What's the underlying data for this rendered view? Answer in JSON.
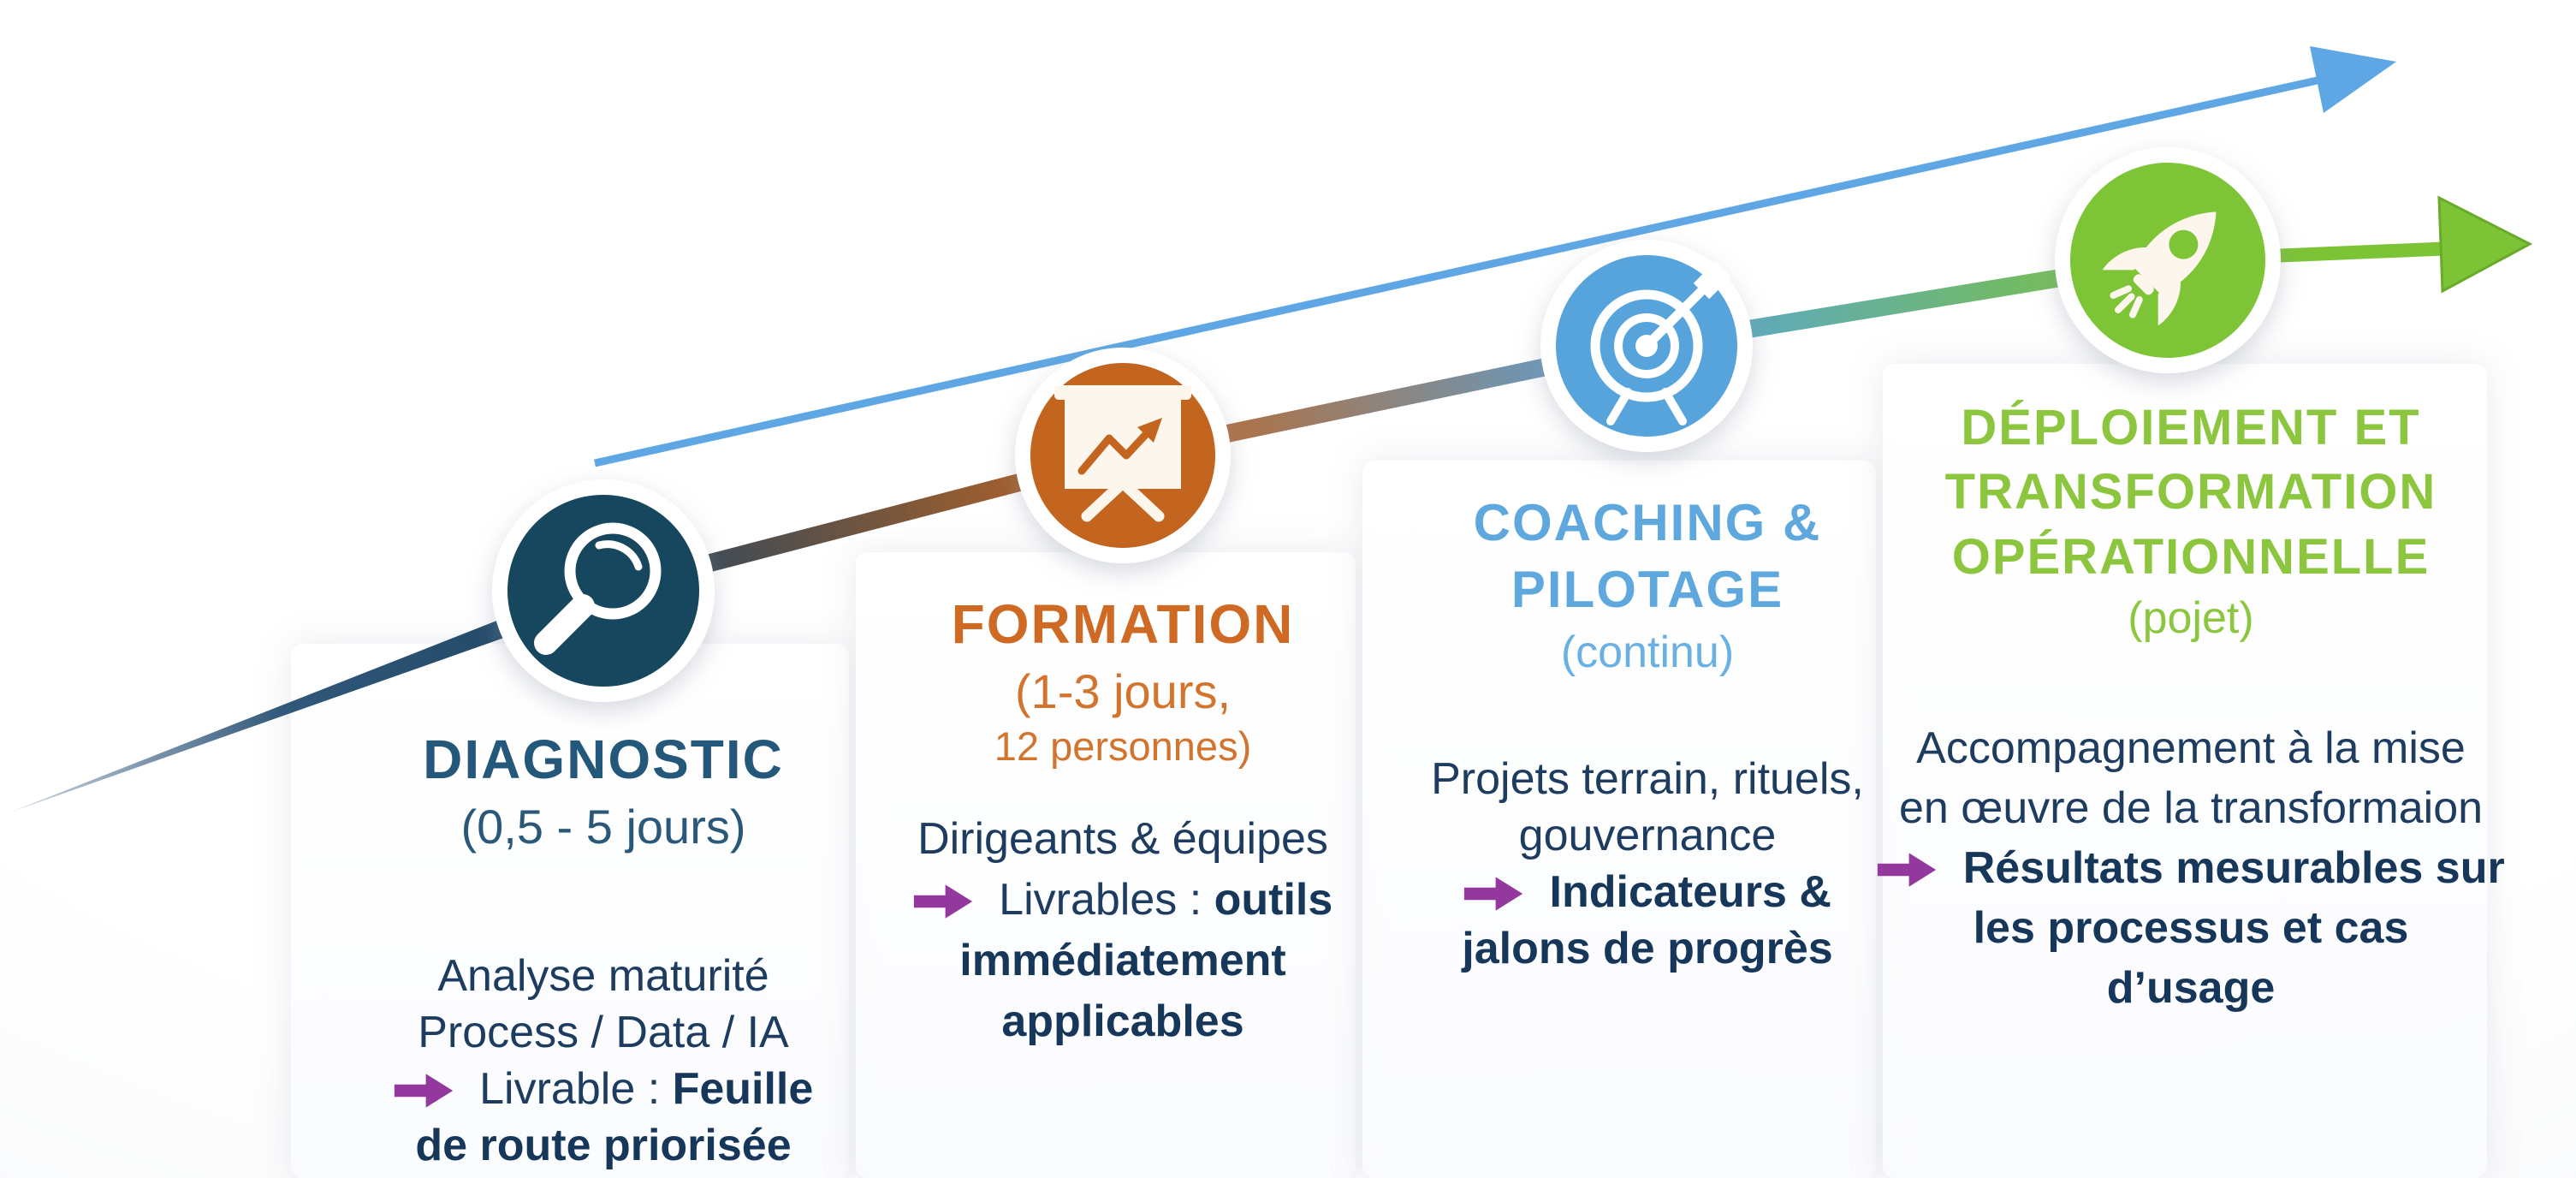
{
  "palette": {
    "tail_light": "#c7d1de",
    "navy_mid": "#31587a",
    "navy_line": "#1d4461",
    "icon_navy": "#17465f",
    "orange": "#c4651f",
    "blue": "#57a3db",
    "green": "#7dc437",
    "green_arrow": "#7cc335",
    "green_arrow_edge": "#69aa2a",
    "blue_arrow": "#5fa7e4",
    "purple": "#93399d",
    "cream": "#fdf6ec",
    "text": "#1d3c60",
    "text_bold": "#16365a",
    "white": "#ffffff"
  },
  "arrows": {
    "top_ascending_arrow": "blue",
    "bottom_ascending_arrow": "green"
  },
  "columns": [
    {
      "id": "diagnostic",
      "icon": "magnifier-icon",
      "title_color": "#24587a",
      "subtitle_color": "#2a5878",
      "title_lines": [
        "DIAGNOSTIC"
      ],
      "subtitle": "(0,5 - 5 jours)",
      "subtitle2": "",
      "body": [
        {
          "arrow": false,
          "segments": [
            {
              "text": "Analyse maturité",
              "bold": false
            }
          ]
        },
        {
          "arrow": false,
          "segments": [
            {
              "text": "Process / Data / IA",
              "bold": false
            }
          ]
        },
        {
          "arrow": true,
          "segments": [
            {
              "text": "Livrable : ",
              "bold": false
            },
            {
              "text": "Feuille",
              "bold": true
            }
          ]
        },
        {
          "arrow": false,
          "segments": [
            {
              "text": "de route priorisée",
              "bold": true
            }
          ]
        }
      ]
    },
    {
      "id": "formation",
      "icon": "flipchart-icon",
      "title_color": "#cf6a24",
      "subtitle_color": "#d3742e",
      "title_lines": [
        "FORMATION"
      ],
      "subtitle": "(1-3 jours,",
      "subtitle2": "12 personnes)",
      "body": [
        {
          "arrow": false,
          "segments": [
            {
              "text": "Dirigeants & équipes",
              "bold": false
            }
          ]
        },
        {
          "arrow": true,
          "segments": [
            {
              "text": "Livrables : ",
              "bold": false
            },
            {
              "text": "outils",
              "bold": true
            }
          ]
        },
        {
          "arrow": false,
          "segments": [
            {
              "text": "immédiatement",
              "bold": true
            }
          ]
        },
        {
          "arrow": false,
          "segments": [
            {
              "text": "applicables",
              "bold": true
            }
          ]
        }
      ]
    },
    {
      "id": "coaching-pilotage",
      "icon": "target-icon",
      "title_color": "#5fa8dd",
      "subtitle_color": "#6bb0e2",
      "title_lines": [
        "COACHING &",
        "PILOTAGE"
      ],
      "subtitle": "(continu)",
      "subtitle2": "",
      "body": [
        {
          "arrow": false,
          "segments": [
            {
              "text": "Projets terrain, rituels,",
              "bold": false
            }
          ]
        },
        {
          "arrow": false,
          "segments": [
            {
              "text": "gouvernance",
              "bold": false
            }
          ]
        },
        {
          "arrow": true,
          "segments": [
            {
              "text": "Indicateurs &",
              "bold": true
            }
          ]
        },
        {
          "arrow": false,
          "segments": [
            {
              "text": "jalons de progrès",
              "bold": true
            }
          ]
        }
      ]
    },
    {
      "id": "deploiement",
      "icon": "rocket-icon",
      "title_color": "#8cc63e",
      "subtitle_color": "#8cc63e",
      "title_lines": [
        "DÉPLOIEMENT ET",
        "TRANSFORMATION",
        "OPÉRATIONNELLE"
      ],
      "subtitle": "(pojet)",
      "subtitle2": "",
      "body": [
        {
          "arrow": false,
          "segments": [
            {
              "text": "Accompagnement à la mise",
              "bold": false
            }
          ]
        },
        {
          "arrow": false,
          "segments": [
            {
              "text": "en œuvre de la transformaion",
              "bold": false
            }
          ]
        },
        {
          "arrow": true,
          "segments": [
            {
              "text": "Résultats mesurables sur",
              "bold": true
            }
          ]
        },
        {
          "arrow": false,
          "segments": [
            {
              "text": "les processus et cas",
              "bold": true
            }
          ]
        },
        {
          "arrow": false,
          "segments": [
            {
              "text": "d’usage",
              "bold": true
            }
          ]
        }
      ]
    }
  ]
}
